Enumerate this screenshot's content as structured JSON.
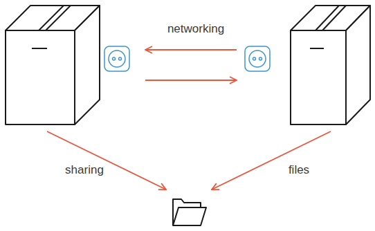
{
  "diagram": {
    "labels": [
      "networking",
      "sharing",
      "files"
    ]
  }
}
